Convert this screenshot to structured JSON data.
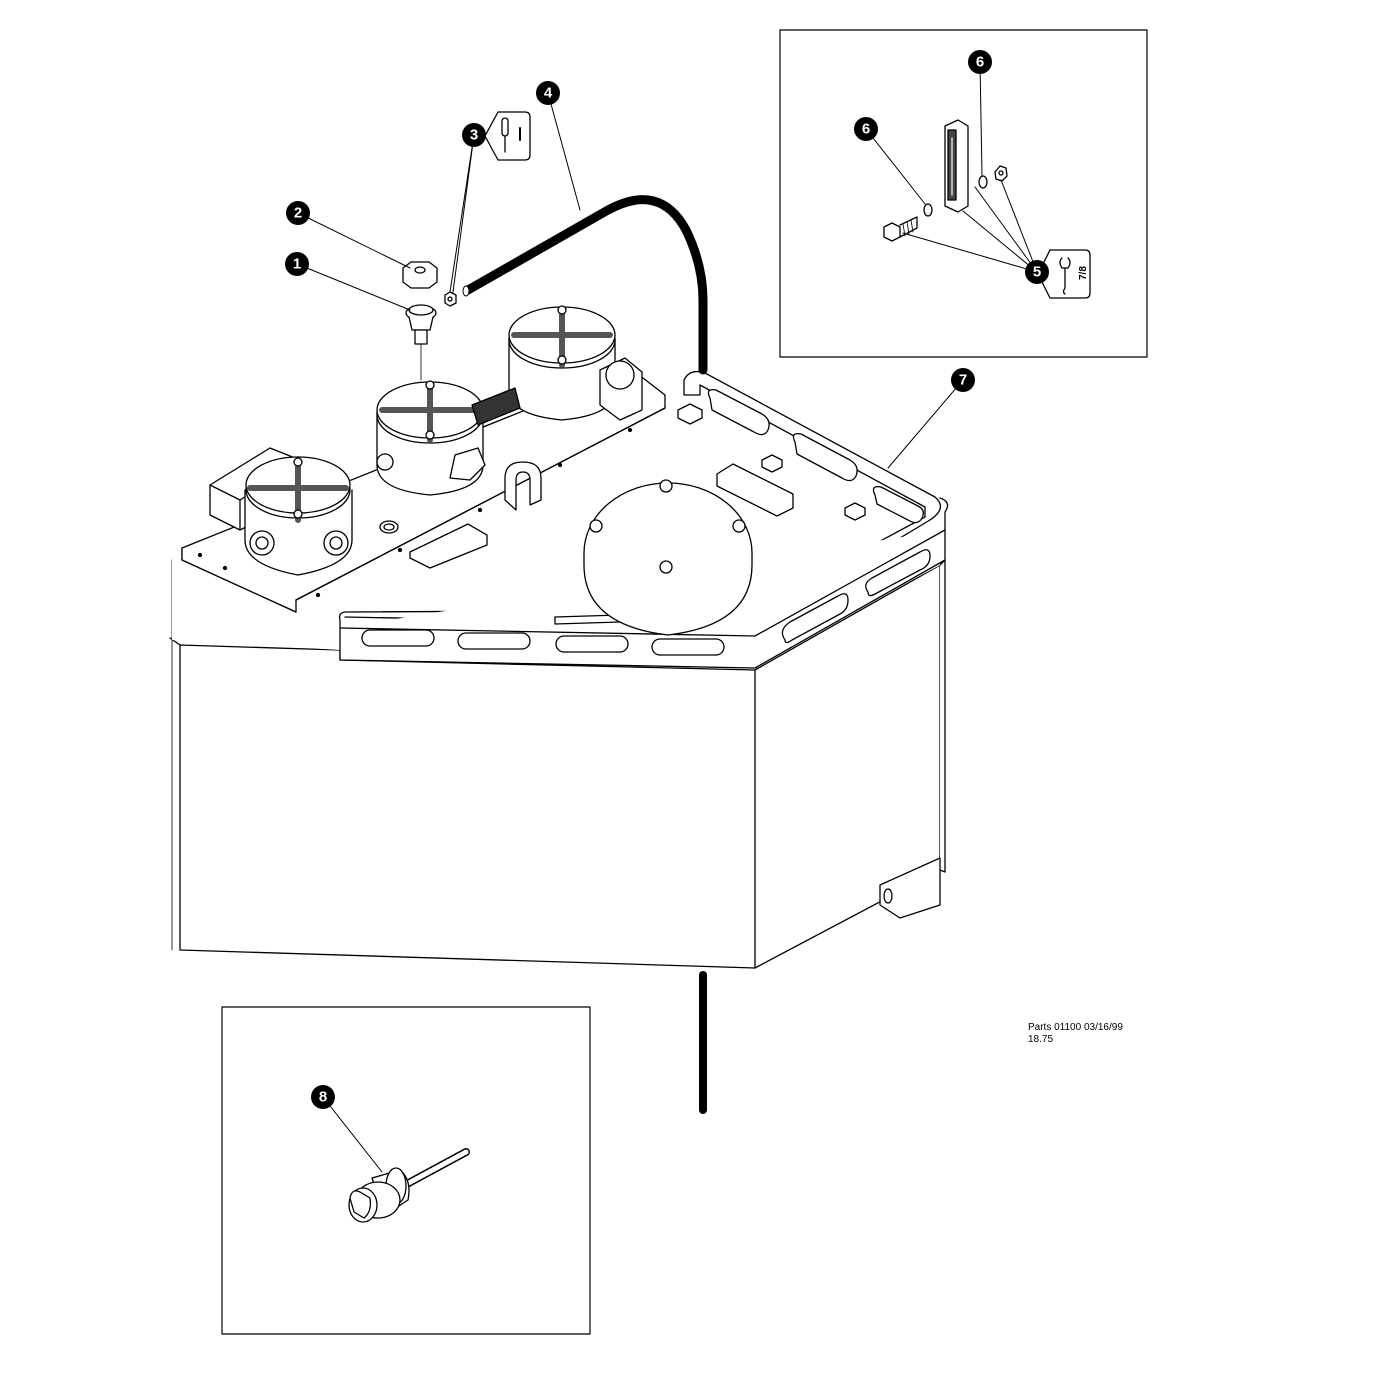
{
  "callouts": [
    {
      "id": "c1",
      "label": "1"
    },
    {
      "id": "c2",
      "label": "2"
    },
    {
      "id": "c3",
      "label": "3"
    },
    {
      "id": "c4",
      "label": "4"
    },
    {
      "id": "c5",
      "label": "5"
    },
    {
      "id": "c6a",
      "label": "6"
    },
    {
      "id": "c6b",
      "label": "6"
    },
    {
      "id": "c7",
      "label": "7"
    },
    {
      "id": "c8",
      "label": "8"
    }
  ],
  "wrench_tag": {
    "label": "7/8"
  },
  "footer": {
    "line1": "Parts 01100  03/16/99",
    "line2": "18.75"
  }
}
